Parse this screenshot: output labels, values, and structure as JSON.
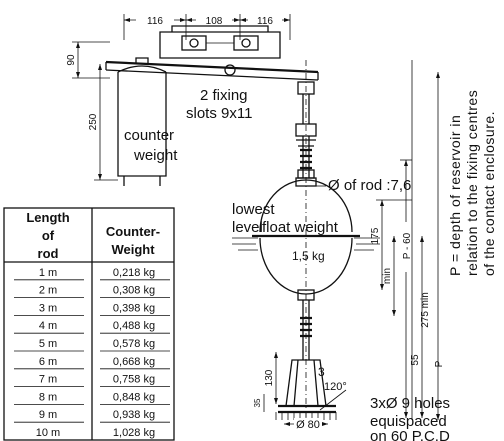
{
  "dimensions": {
    "top_left": "116",
    "top_mid": "108",
    "top_right": "116",
    "height_90": "90",
    "height_250": "250",
    "float_175": "175",
    "min_275": "275 min",
    "min_label": "min",
    "depth_p60": "P - 60",
    "depth_55": "55",
    "depth_p": "P",
    "rod_130": "130",
    "angle": "120°",
    "tip_3": "3",
    "base_35": "35",
    "base_dia": "Ø 80"
  },
  "labels": {
    "fixing_slots_1": "2 fixing",
    "fixing_slots_2": "slots 9x11",
    "counter_1": "counter",
    "counter_2": "weight",
    "rod_diameter": "Ø of rod :7,6",
    "lowest_1": "lowest",
    "lowest_2": "level",
    "float_weight": "float weight",
    "float_mass": "1,5 kg",
    "holes_1": "3xØ 9 holes",
    "holes_2": "equispaced",
    "holes_3": "on 60 P.C.D",
    "vertical_1": "P = depth of reservoir in",
    "vertical_2": "relation to the fixing centres",
    "vertical_3": "of the contact enclosure."
  },
  "table": {
    "headers": [
      [
        "Length",
        "of",
        "rod"
      ],
      [
        "Counter-",
        "Weight"
      ]
    ],
    "rows": [
      {
        "length": "1 m",
        "weight": "0,218 kg"
      },
      {
        "length": "2 m",
        "weight": "0,308 kg"
      },
      {
        "length": "3 m",
        "weight": "0,398 kg"
      },
      {
        "length": "4 m",
        "weight": "0,488 kg"
      },
      {
        "length": "5 m",
        "weight": "0,578 kg"
      },
      {
        "length": "6 m",
        "weight": "0,668 kg"
      },
      {
        "length": "7 m",
        "weight": "0,758 kg"
      },
      {
        "length": "8 m",
        "weight": "0,848 kg"
      },
      {
        "length": "9 m",
        "weight": "0,938 kg"
      },
      {
        "length": "10 m",
        "weight": "1,028 kg"
      }
    ]
  }
}
